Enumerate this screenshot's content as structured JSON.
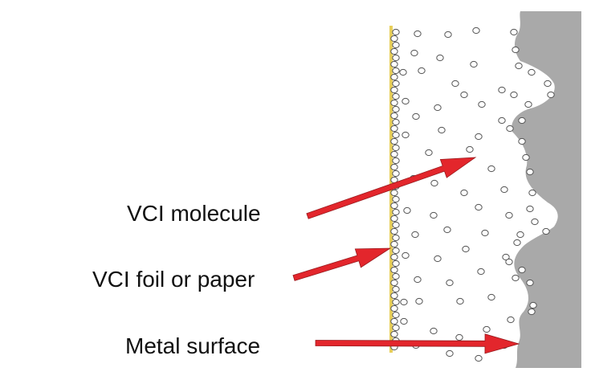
{
  "labels": {
    "molecule": "VCI molecule",
    "foil": "VCI foil or paper",
    "metal": "Metal surface"
  },
  "colors": {
    "background": "#ffffff",
    "foil": "#e8cf5a",
    "metal": "#a9a9a9",
    "arrow": "#e3262c",
    "molecule_stroke": "#555555",
    "text": "#111111"
  }
}
